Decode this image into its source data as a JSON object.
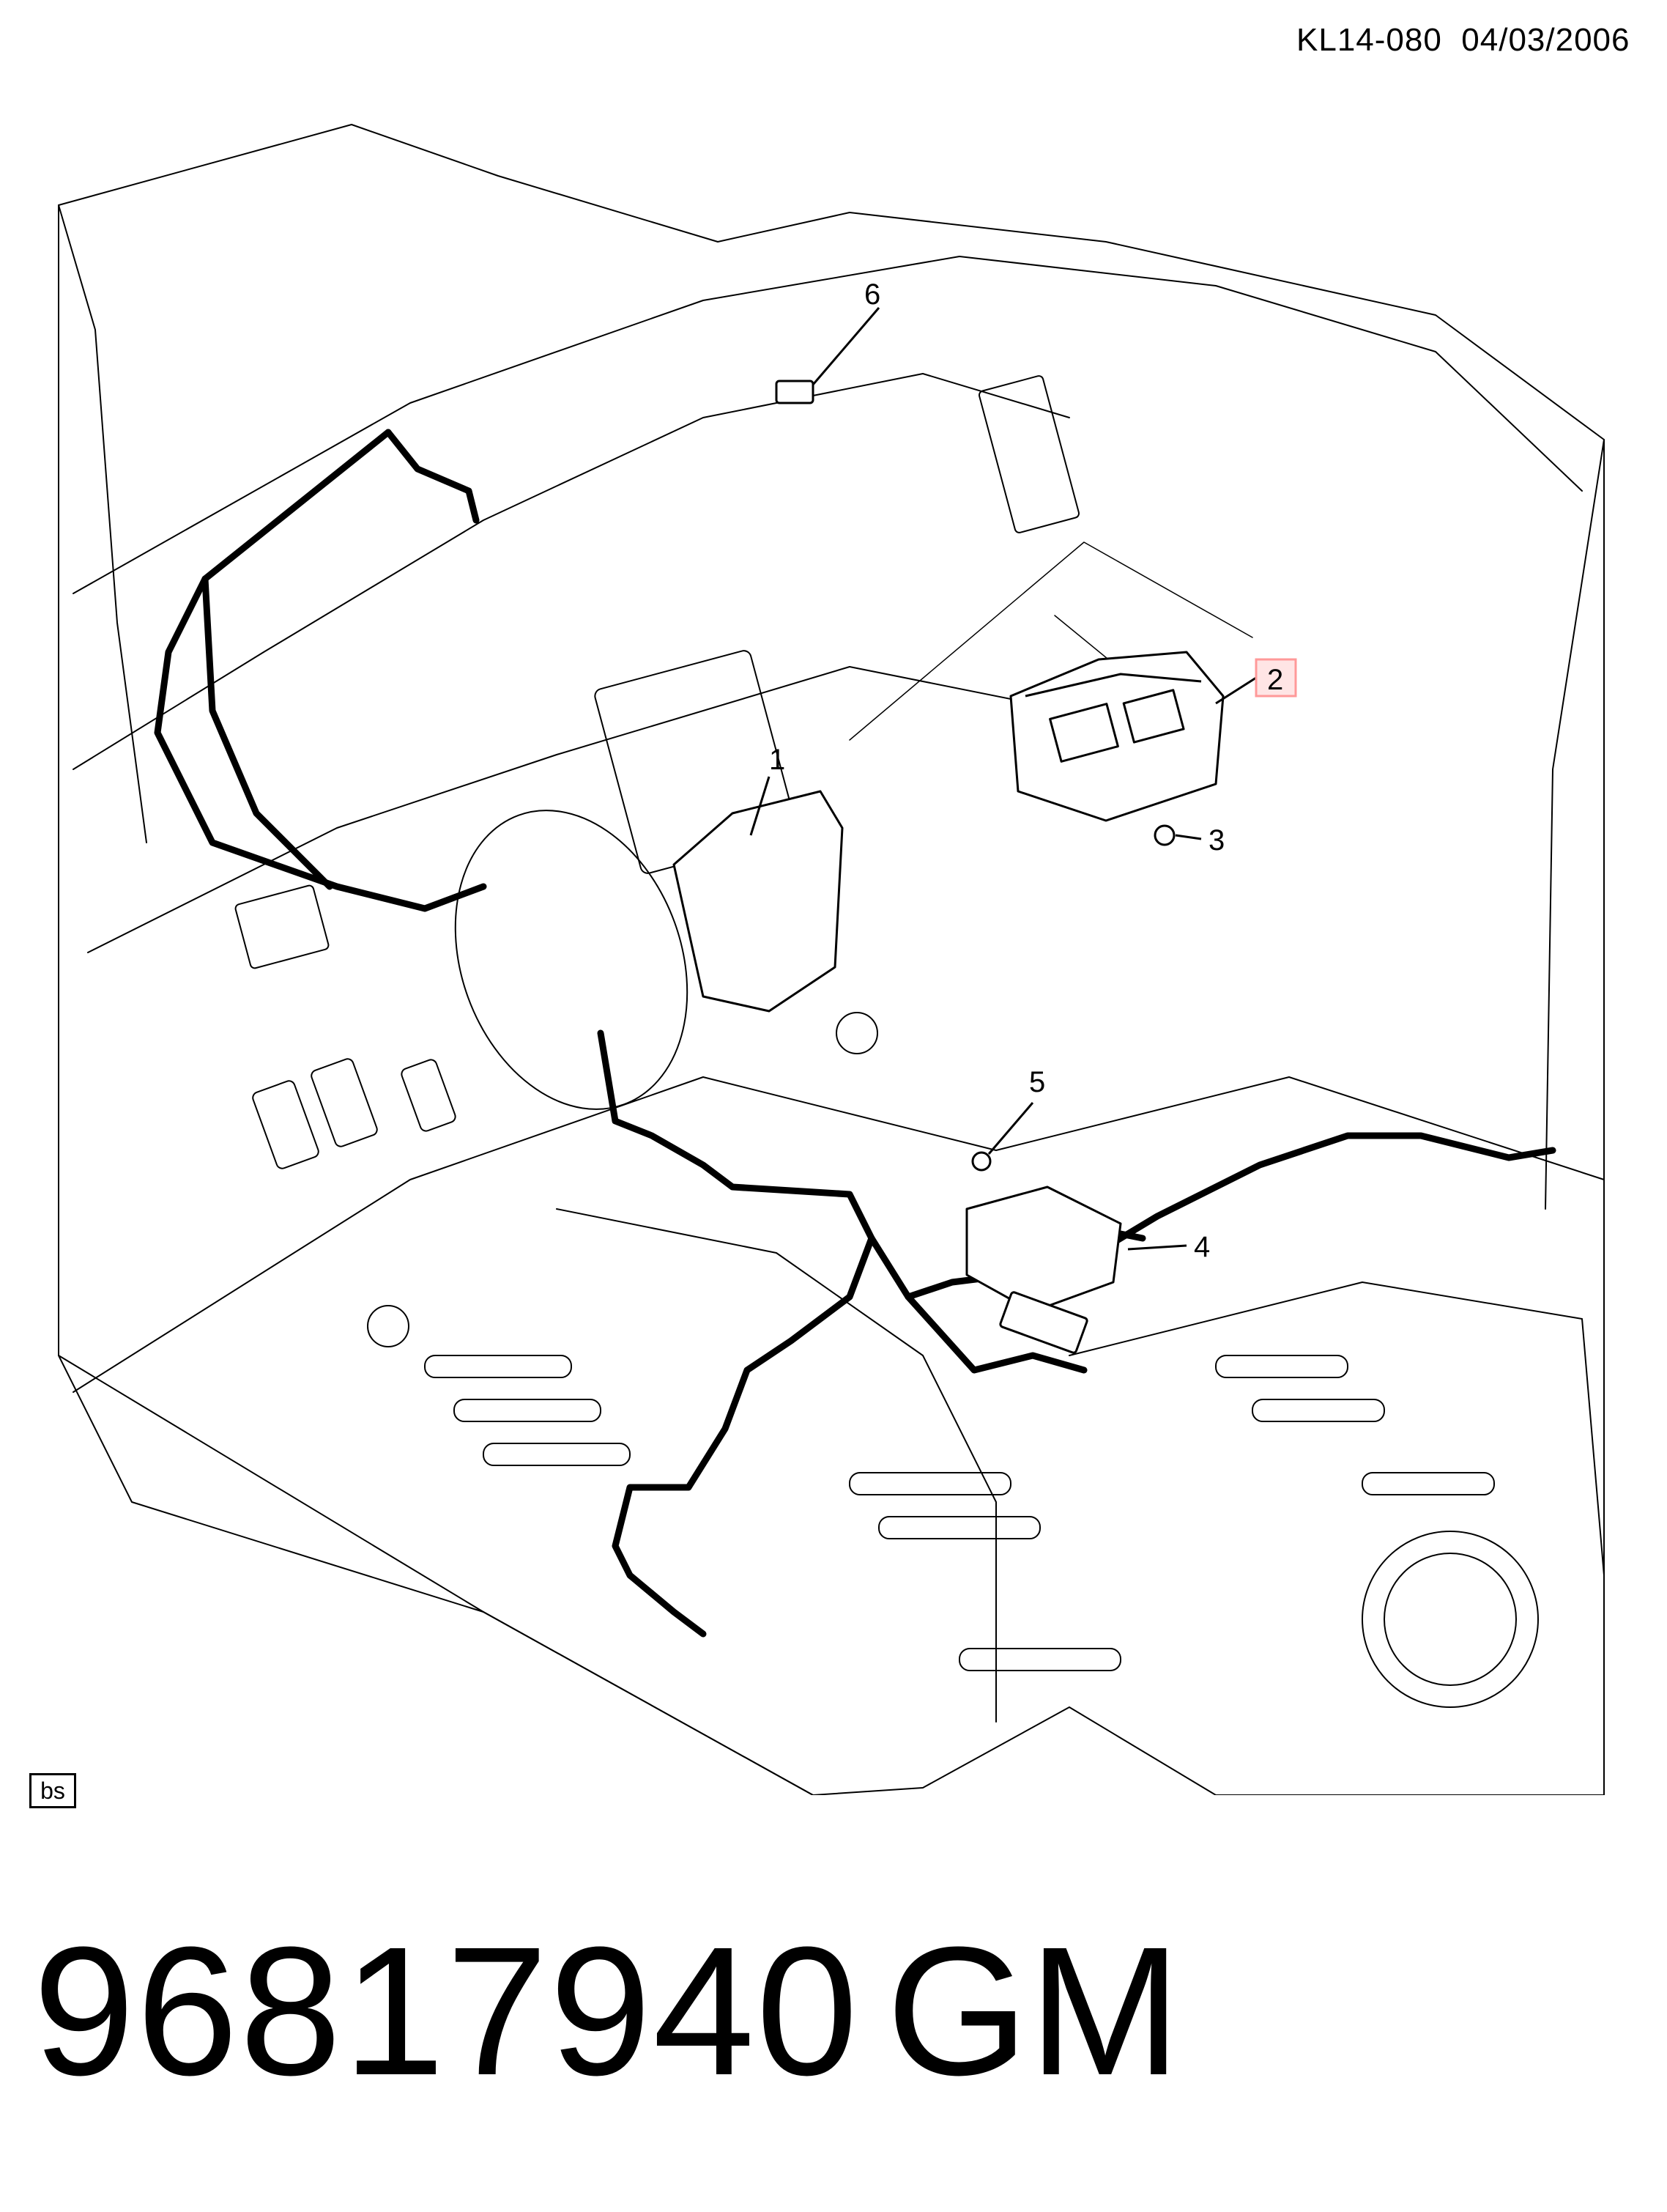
{
  "header": {
    "ref_code": "KL14-080  04/03/2006"
  },
  "callouts": {
    "c1": "1",
    "c2": "2",
    "c3": "3",
    "c4": "4",
    "c5": "5",
    "c6": "6"
  },
  "colors": {
    "highlight_box": "#ff9999",
    "line": "#000000"
  },
  "footer": {
    "bs_label": "bs",
    "part_number": "96817940",
    "manufacturer": "GM"
  }
}
